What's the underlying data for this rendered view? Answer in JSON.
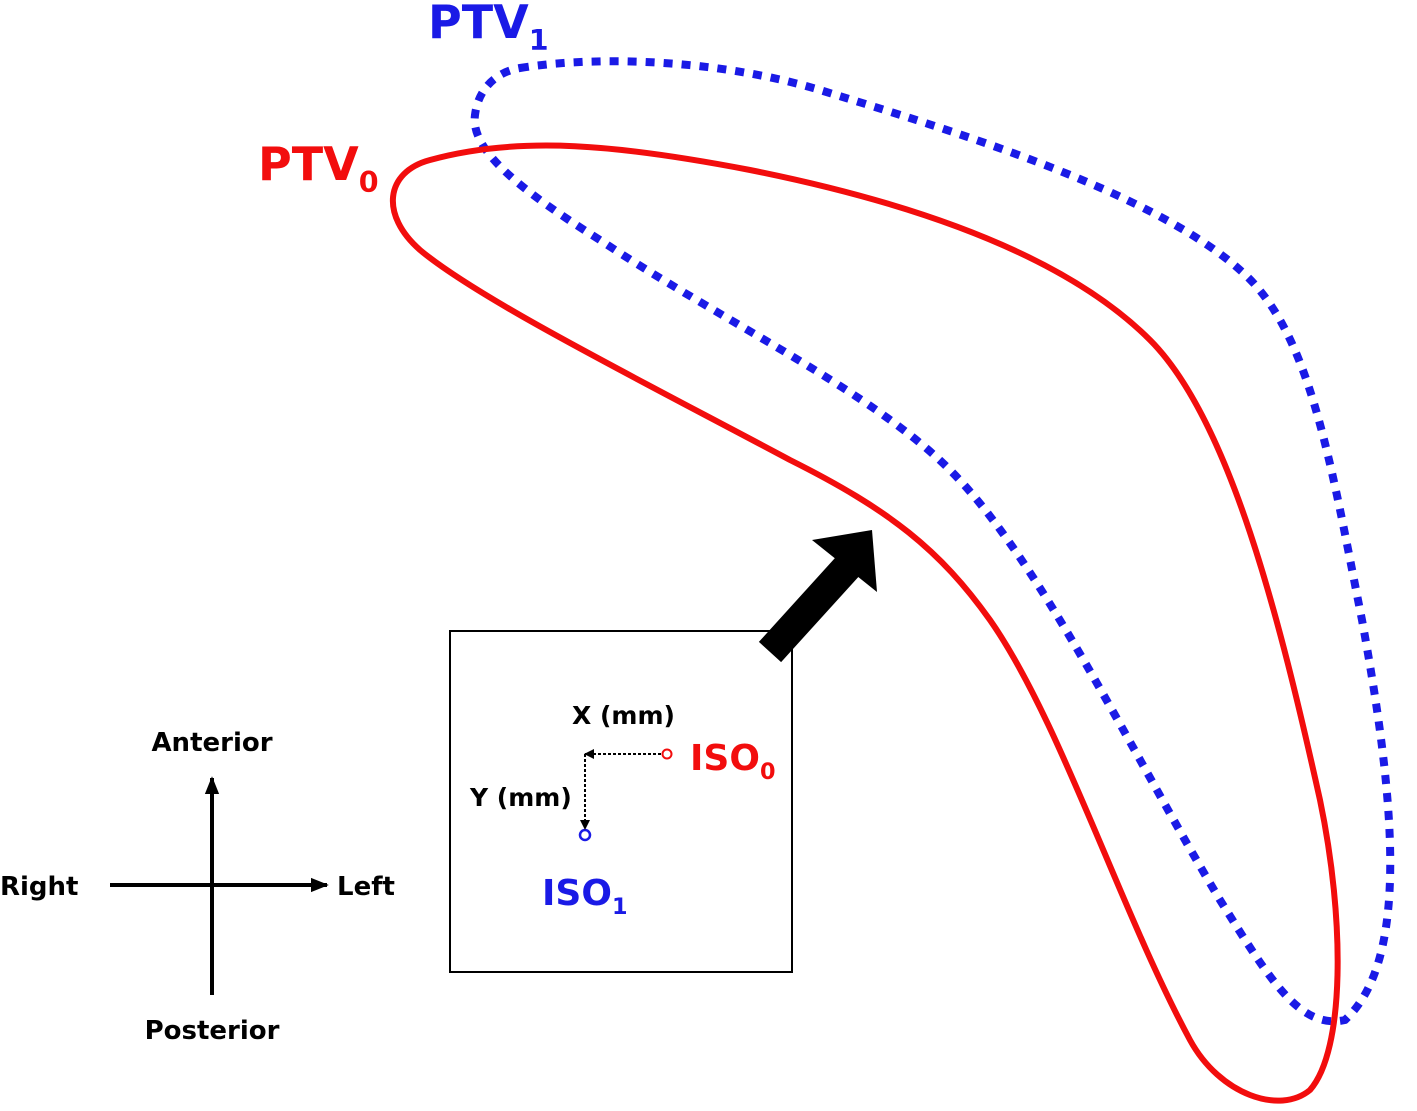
{
  "colors": {
    "ptv0": "#f20d0d",
    "ptv1": "#1a1ae6",
    "arrow": "#000000",
    "text": "#000000"
  },
  "labels": {
    "ptv0": {
      "main": "PTV",
      "sub": "0"
    },
    "ptv1": {
      "main": "PTV",
      "sub": "1"
    },
    "iso0": {
      "main": "ISO",
      "sub": "0"
    },
    "iso1": {
      "main": "ISO",
      "sub": "1"
    },
    "x_axis": "X (mm)",
    "y_axis": "Y (mm)"
  },
  "orientation": {
    "up": "Anterior",
    "down": "Posterior",
    "left": "Right",
    "right": "Left"
  }
}
